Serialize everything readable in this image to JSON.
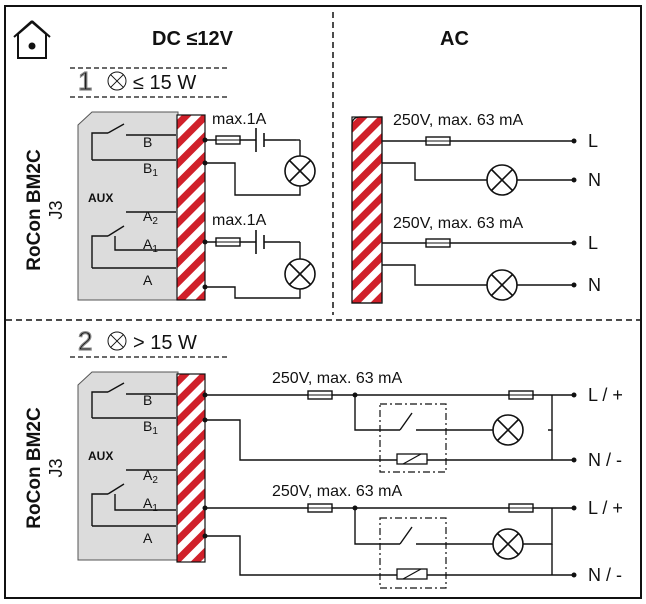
{
  "header": {
    "dc_title": "DC ≤12V",
    "ac_title": "AC",
    "home_icon": "house-icon"
  },
  "section1": {
    "number": "1",
    "lamp_power": "≤ 15 W",
    "module_name": "RoCon BM2C",
    "connector": "J3",
    "aux_label": "AUX",
    "terminals": [
      "B",
      "B1",
      "A2",
      "A1",
      "A"
    ],
    "dc_fuse_label_top": "max.1A",
    "dc_fuse_label_bottom": "max.1A",
    "ac_fuse_label_top": "250V, max. 63 mA",
    "ac_fuse_label_bottom": "250V, max. 63 mA",
    "ac_outputs": [
      "L",
      "N",
      "L",
      "N"
    ]
  },
  "section2": {
    "number": "2",
    "lamp_power": "> 15 W",
    "module_name": "RoCon BM2C",
    "connector": "J3",
    "aux_label": "AUX",
    "terminals": [
      "B",
      "B1",
      "A2",
      "A1",
      "A"
    ],
    "fuse_label_top": "250V, max. 63 mA",
    "fuse_label_bottom": "250V, max. 63 mA",
    "outputs": [
      "L / +",
      "N / -",
      "L / +",
      "N / -"
    ]
  },
  "icons": [
    "house-icon",
    "lamp-icon",
    "fuse-icon",
    "relay-icon",
    "battery-icon"
  ],
  "colors": {
    "hatch_red": "#d0202a",
    "module_gray": "#dcdcdc"
  }
}
